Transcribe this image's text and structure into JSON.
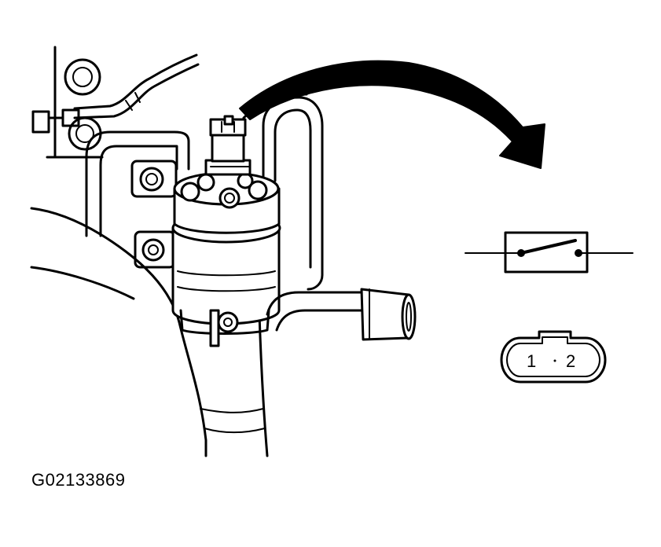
{
  "figure_code": "G02133869",
  "connector": {
    "pin_1": "1",
    "pin_2": "2"
  },
  "icons": {
    "switch_symbol": "normally-open-switch-icon",
    "callout_arrow": "curved-arrow-icon"
  },
  "colors": {
    "ink": "#000000",
    "background": "#ffffff"
  }
}
